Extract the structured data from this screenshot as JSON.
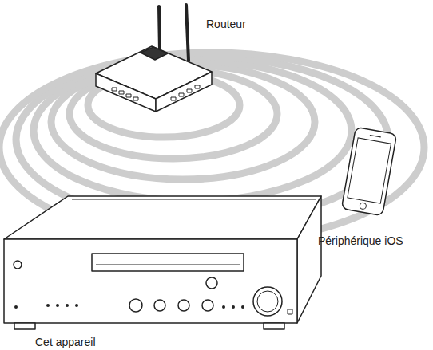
{
  "diagram": {
    "labels": [
      "Routeur",
      "Périphérique iOS",
      "Cet appareil"
    ]
  }
}
